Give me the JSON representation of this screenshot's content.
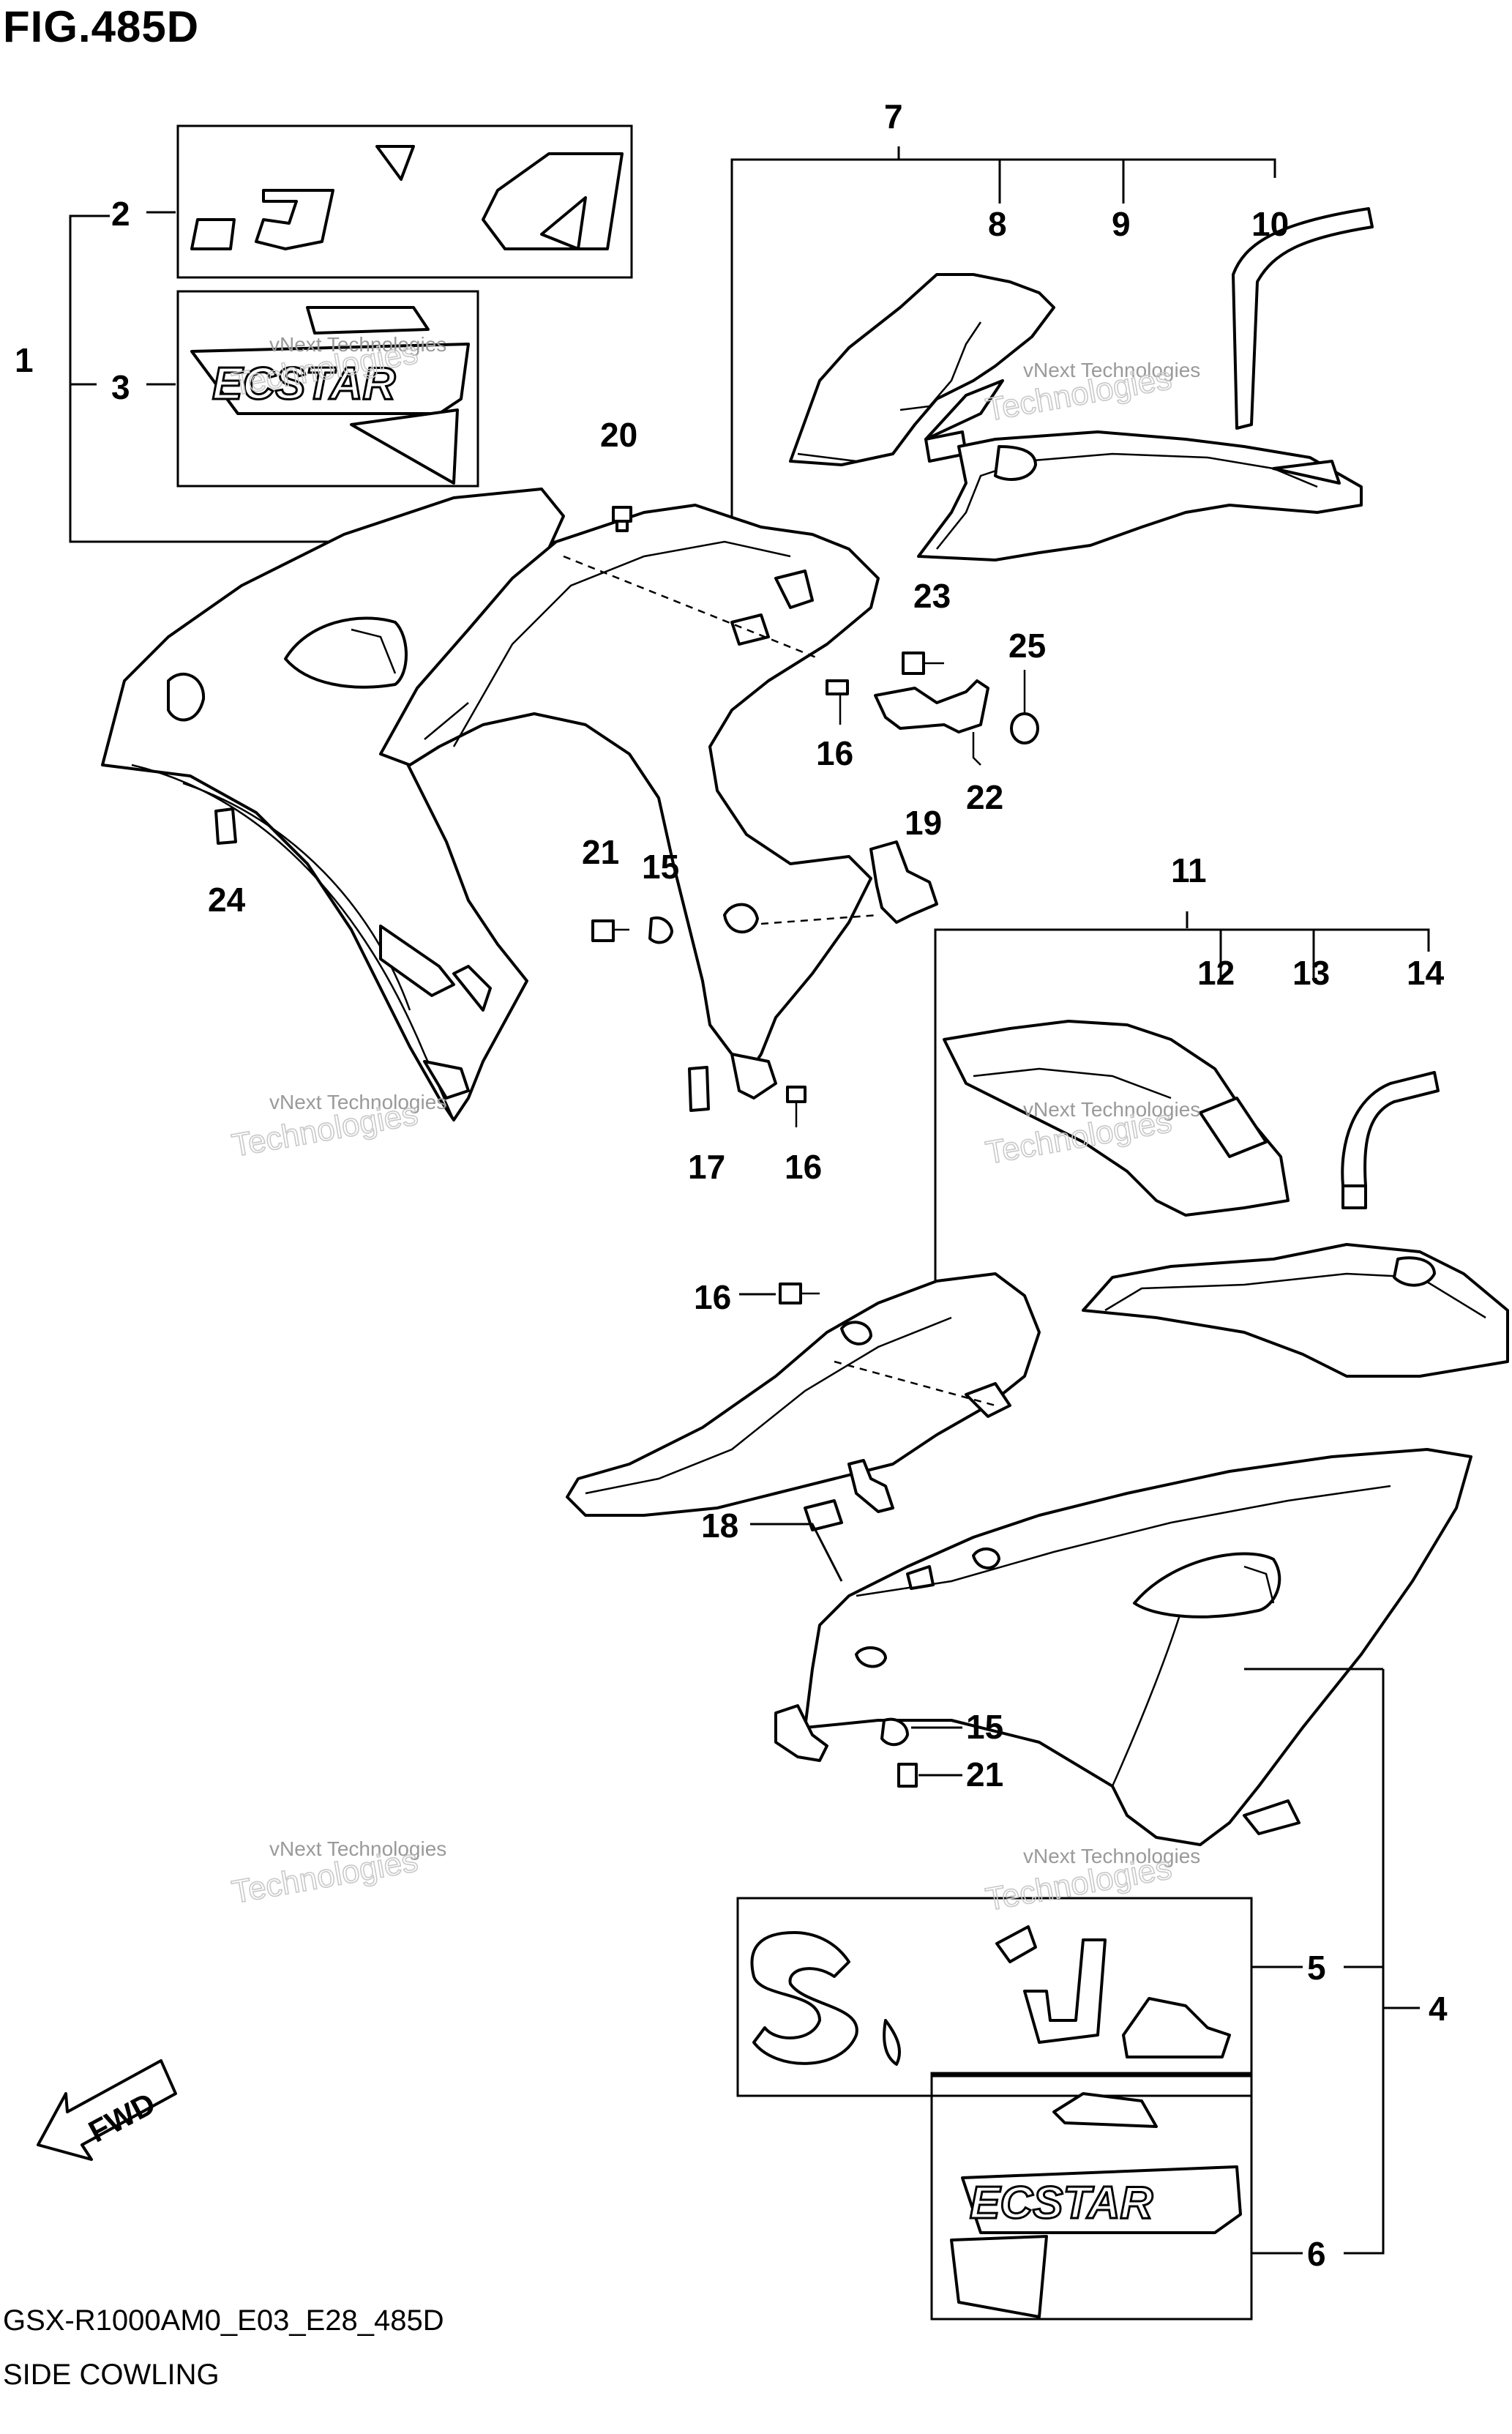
{
  "figure": {
    "title": "FIG.485D",
    "code": "GSX-R1000AM0_E03_E28_485D",
    "name": "SIDE COWLING",
    "fwd_label": "FWD"
  },
  "callouts": [
    "1",
    "2",
    "3",
    "4",
    "5",
    "6",
    "7",
    "8",
    "9",
    "10",
    "11",
    "12",
    "13",
    "14",
    "15",
    "15",
    "16",
    "16",
    "16",
    "17",
    "18",
    "19",
    "20",
    "21",
    "21",
    "22",
    "23",
    "24",
    "25"
  ],
  "watermark": {
    "line1": "vNext Technologies",
    "line2": "Technologies"
  },
  "decals": {
    "ecstar_text": "ECSTAR"
  }
}
